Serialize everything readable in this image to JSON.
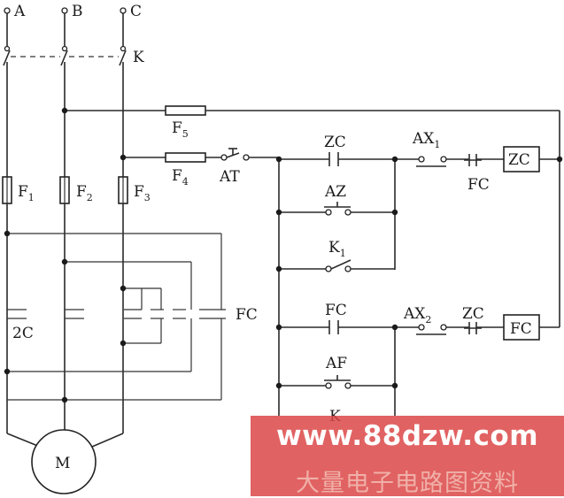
{
  "labels": {
    "A": "A",
    "B": "B",
    "C": "C",
    "K": "K",
    "F1": "F1",
    "F2": "F2",
    "F3": "F3",
    "F4": "F4",
    "F5": "F5",
    "AT": "AT",
    "ZC_contact_top": "ZC",
    "AZ": "AZ",
    "K1": "K1",
    "AX1": "AX1",
    "FC_contact_top": "FC",
    "ZC_coil": "ZC",
    "FC_main": "FC",
    "2C": "2C",
    "FC_contact_bottom": "FC",
    "AF": "AF",
    "AX2": "AX2",
    "ZC_contact_bottom": "ZC",
    "FC_coil": "FC",
    "K_bottom": "K",
    "M": "M"
  },
  "watermark": {
    "url": "www.88dzw.com",
    "text": "大量电子电路图资料"
  }
}
